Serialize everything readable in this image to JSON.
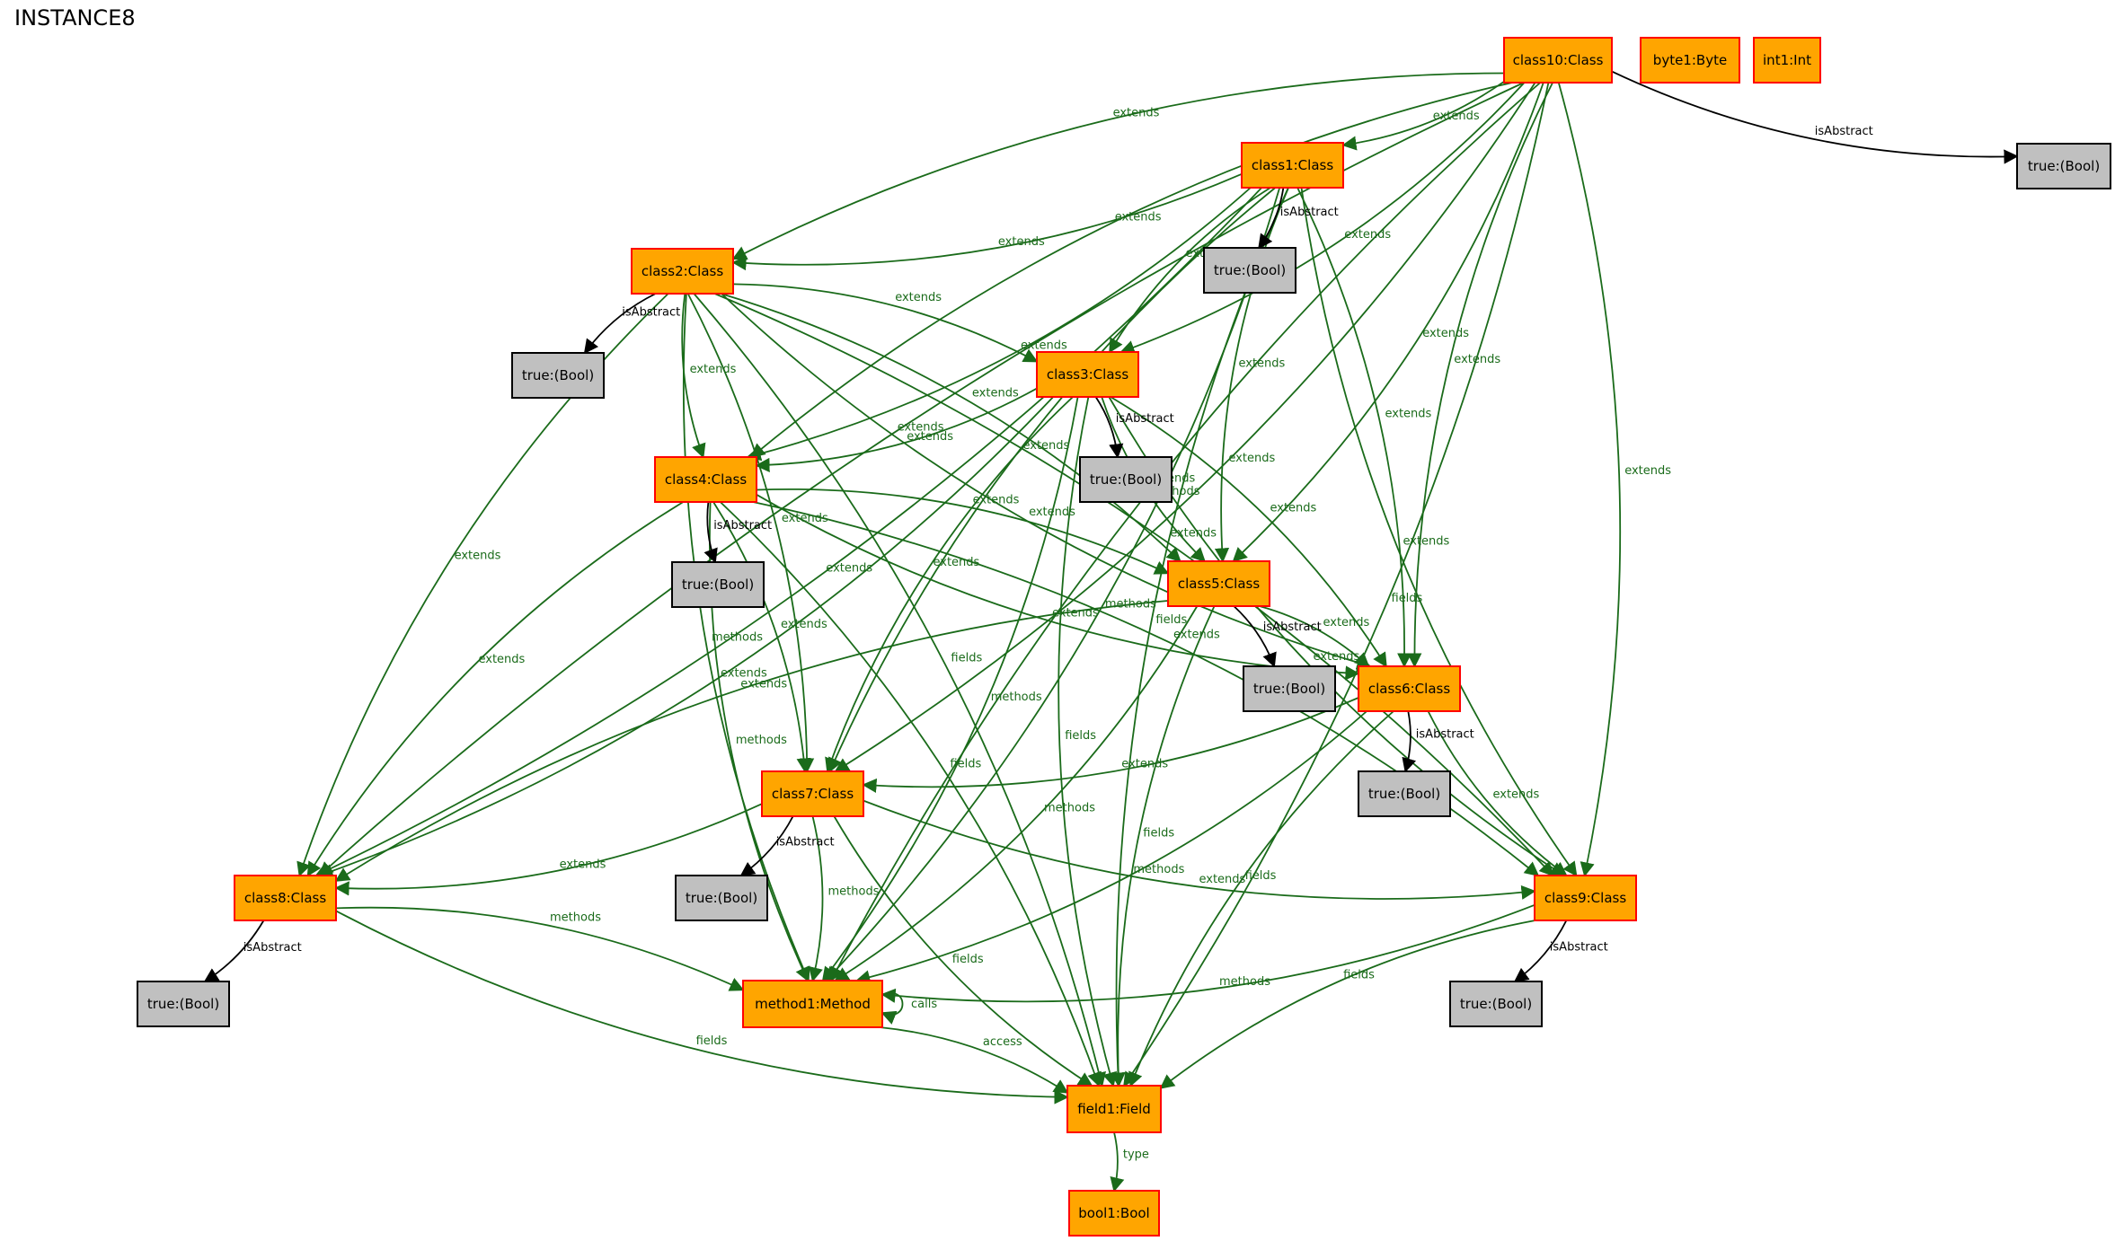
{
  "title": "INSTANCE8",
  "colors": {
    "class_fill": "#ffa500",
    "class_border": "#ff0000",
    "bool_fill": "#c0c0c0",
    "green_edge": "#1a6b1a",
    "black_edge": "#000000"
  },
  "nodes": [
    {
      "id": "class10",
      "label": "class10:Class",
      "kind": "class"
    },
    {
      "id": "byte1",
      "label": "byte1:Byte",
      "kind": "class"
    },
    {
      "id": "int1",
      "label": "int1:Int",
      "kind": "class"
    },
    {
      "id": "b10",
      "label": "true:(Bool)",
      "kind": "bool"
    },
    {
      "id": "class1",
      "label": "class1:Class",
      "kind": "class"
    },
    {
      "id": "b1",
      "label": "true:(Bool)",
      "kind": "bool"
    },
    {
      "id": "class2",
      "label": "class2:Class",
      "kind": "class"
    },
    {
      "id": "b2",
      "label": "true:(Bool)",
      "kind": "bool"
    },
    {
      "id": "class3",
      "label": "class3:Class",
      "kind": "class"
    },
    {
      "id": "b3",
      "label": "true:(Bool)",
      "kind": "bool"
    },
    {
      "id": "class4",
      "label": "class4:Class",
      "kind": "class"
    },
    {
      "id": "b4",
      "label": "true:(Bool)",
      "kind": "bool"
    },
    {
      "id": "class5",
      "label": "class5:Class",
      "kind": "class"
    },
    {
      "id": "b5",
      "label": "true:(Bool)",
      "kind": "bool"
    },
    {
      "id": "class6",
      "label": "class6:Class",
      "kind": "class"
    },
    {
      "id": "b6",
      "label": "true:(Bool)",
      "kind": "bool"
    },
    {
      "id": "class7",
      "label": "class7:Class",
      "kind": "class"
    },
    {
      "id": "b7",
      "label": "true:(Bool)",
      "kind": "bool"
    },
    {
      "id": "class8",
      "label": "class8:Class",
      "kind": "class"
    },
    {
      "id": "b8",
      "label": "true:(Bool)",
      "kind": "bool"
    },
    {
      "id": "class9",
      "label": "class9:Class",
      "kind": "class"
    },
    {
      "id": "b9",
      "label": "true:(Bool)",
      "kind": "bool"
    },
    {
      "id": "method1",
      "label": "method1:Method",
      "kind": "class"
    },
    {
      "id": "field1",
      "label": "field1:Field",
      "kind": "class"
    },
    {
      "id": "bool1",
      "label": "bool1:Bool",
      "kind": "class"
    }
  ],
  "edges": [
    {
      "from": "class10",
      "to": "class1",
      "label": "extends"
    },
    {
      "from": "class10",
      "to": "class2",
      "label": "extends"
    },
    {
      "from": "class10",
      "to": "class3",
      "label": "extends"
    },
    {
      "from": "class10",
      "to": "class4",
      "label": "extends"
    },
    {
      "from": "class10",
      "to": "class5",
      "label": "extends"
    },
    {
      "from": "class10",
      "to": "class6",
      "label": "extends"
    },
    {
      "from": "class10",
      "to": "class7",
      "label": "extends"
    },
    {
      "from": "class10",
      "to": "class8",
      "label": "extends"
    },
    {
      "from": "class10",
      "to": "class9",
      "label": "extends"
    },
    {
      "from": "class10",
      "to": "method1",
      "label": "methods"
    },
    {
      "from": "class10",
      "to": "field1",
      "label": "fields"
    },
    {
      "from": "class10",
      "to": "b10",
      "label": "isAbstract"
    },
    {
      "from": "class1",
      "to": "class2",
      "label": "extends"
    },
    {
      "from": "class1",
      "to": "class3",
      "label": "extends"
    },
    {
      "from": "class1",
      "to": "class4",
      "label": "extends"
    },
    {
      "from": "class1",
      "to": "class5",
      "label": "extends"
    },
    {
      "from": "class1",
      "to": "class6",
      "label": "extends"
    },
    {
      "from": "class1",
      "to": "class7",
      "label": "extends"
    },
    {
      "from": "class1",
      "to": "class8",
      "label": "extends"
    },
    {
      "from": "class1",
      "to": "class9",
      "label": "extends"
    },
    {
      "from": "class1",
      "to": "method1",
      "label": "methods"
    },
    {
      "from": "class1",
      "to": "field1",
      "label": "fields"
    },
    {
      "from": "class1",
      "to": "b1",
      "label": "isAbstract"
    },
    {
      "from": "class2",
      "to": "class3",
      "label": "extends"
    },
    {
      "from": "class2",
      "to": "class4",
      "label": "extends"
    },
    {
      "from": "class2",
      "to": "class5",
      "label": "extends"
    },
    {
      "from": "class2",
      "to": "class6",
      "label": "extends"
    },
    {
      "from": "class2",
      "to": "class7",
      "label": "extends"
    },
    {
      "from": "class2",
      "to": "class8",
      "label": "extends"
    },
    {
      "from": "class2",
      "to": "class9",
      "label": "extends"
    },
    {
      "from": "class2",
      "to": "method1",
      "label": "methods"
    },
    {
      "from": "class2",
      "to": "field1",
      "label": "fields"
    },
    {
      "from": "class2",
      "to": "b2",
      "label": "isAbstract"
    },
    {
      "from": "class3",
      "to": "class4",
      "label": "extends"
    },
    {
      "from": "class3",
      "to": "class5",
      "label": "extends"
    },
    {
      "from": "class3",
      "to": "class6",
      "label": "extends"
    },
    {
      "from": "class3",
      "to": "class7",
      "label": "extends"
    },
    {
      "from": "class3",
      "to": "class8",
      "label": "extends"
    },
    {
      "from": "class3",
      "to": "class9",
      "label": "extends"
    },
    {
      "from": "class3",
      "to": "method1",
      "label": "methods"
    },
    {
      "from": "class3",
      "to": "field1",
      "label": "fields"
    },
    {
      "from": "class3",
      "to": "b3",
      "label": "isAbstract"
    },
    {
      "from": "class4",
      "to": "class5",
      "label": "extends"
    },
    {
      "from": "class4",
      "to": "class6",
      "label": "extends"
    },
    {
      "from": "class4",
      "to": "class7",
      "label": "extends"
    },
    {
      "from": "class4",
      "to": "class8",
      "label": "extends"
    },
    {
      "from": "class4",
      "to": "class9",
      "label": "extends"
    },
    {
      "from": "class4",
      "to": "method1",
      "label": "methods"
    },
    {
      "from": "class4",
      "to": "field1",
      "label": "fields"
    },
    {
      "from": "class4",
      "to": "b4",
      "label": "isAbstract"
    },
    {
      "from": "class5",
      "to": "class6",
      "label": "extends"
    },
    {
      "from": "class5",
      "to": "class8",
      "label": "extends"
    },
    {
      "from": "class5",
      "to": "method1",
      "label": "methods"
    },
    {
      "from": "class5",
      "to": "field1",
      "label": "fields"
    },
    {
      "from": "class5",
      "to": "b5",
      "label": "isAbstract"
    },
    {
      "from": "class6",
      "to": "class7",
      "label": "extends"
    },
    {
      "from": "class6",
      "to": "class9",
      "label": "extends"
    },
    {
      "from": "class6",
      "to": "method1",
      "label": "methods"
    },
    {
      "from": "class6",
      "to": "field1",
      "label": "fields"
    },
    {
      "from": "class6",
      "to": "b6",
      "label": "isAbstract"
    },
    {
      "from": "class7",
      "to": "class8",
      "label": "extends"
    },
    {
      "from": "class7",
      "to": "class9",
      "label": "extends"
    },
    {
      "from": "class7",
      "to": "method1",
      "label": "methods"
    },
    {
      "from": "class7",
      "to": "field1",
      "label": "fields"
    },
    {
      "from": "class7",
      "to": "b7",
      "label": "isAbstract"
    },
    {
      "from": "class8",
      "to": "method1",
      "label": "methods"
    },
    {
      "from": "class8",
      "to": "field1",
      "label": "fields"
    },
    {
      "from": "class8",
      "to": "b8",
      "label": "isAbstract"
    },
    {
      "from": "class9",
      "to": "method1",
      "label": "methods"
    },
    {
      "from": "class9",
      "to": "field1",
      "label": "fields"
    },
    {
      "from": "class9",
      "to": "b9",
      "label": "isAbstract"
    },
    {
      "from": "method1",
      "to": "method1",
      "label": "calls"
    },
    {
      "from": "method1",
      "to": "field1",
      "label": "access"
    },
    {
      "from": "field1",
      "to": "bool1",
      "label": "type"
    }
  ]
}
